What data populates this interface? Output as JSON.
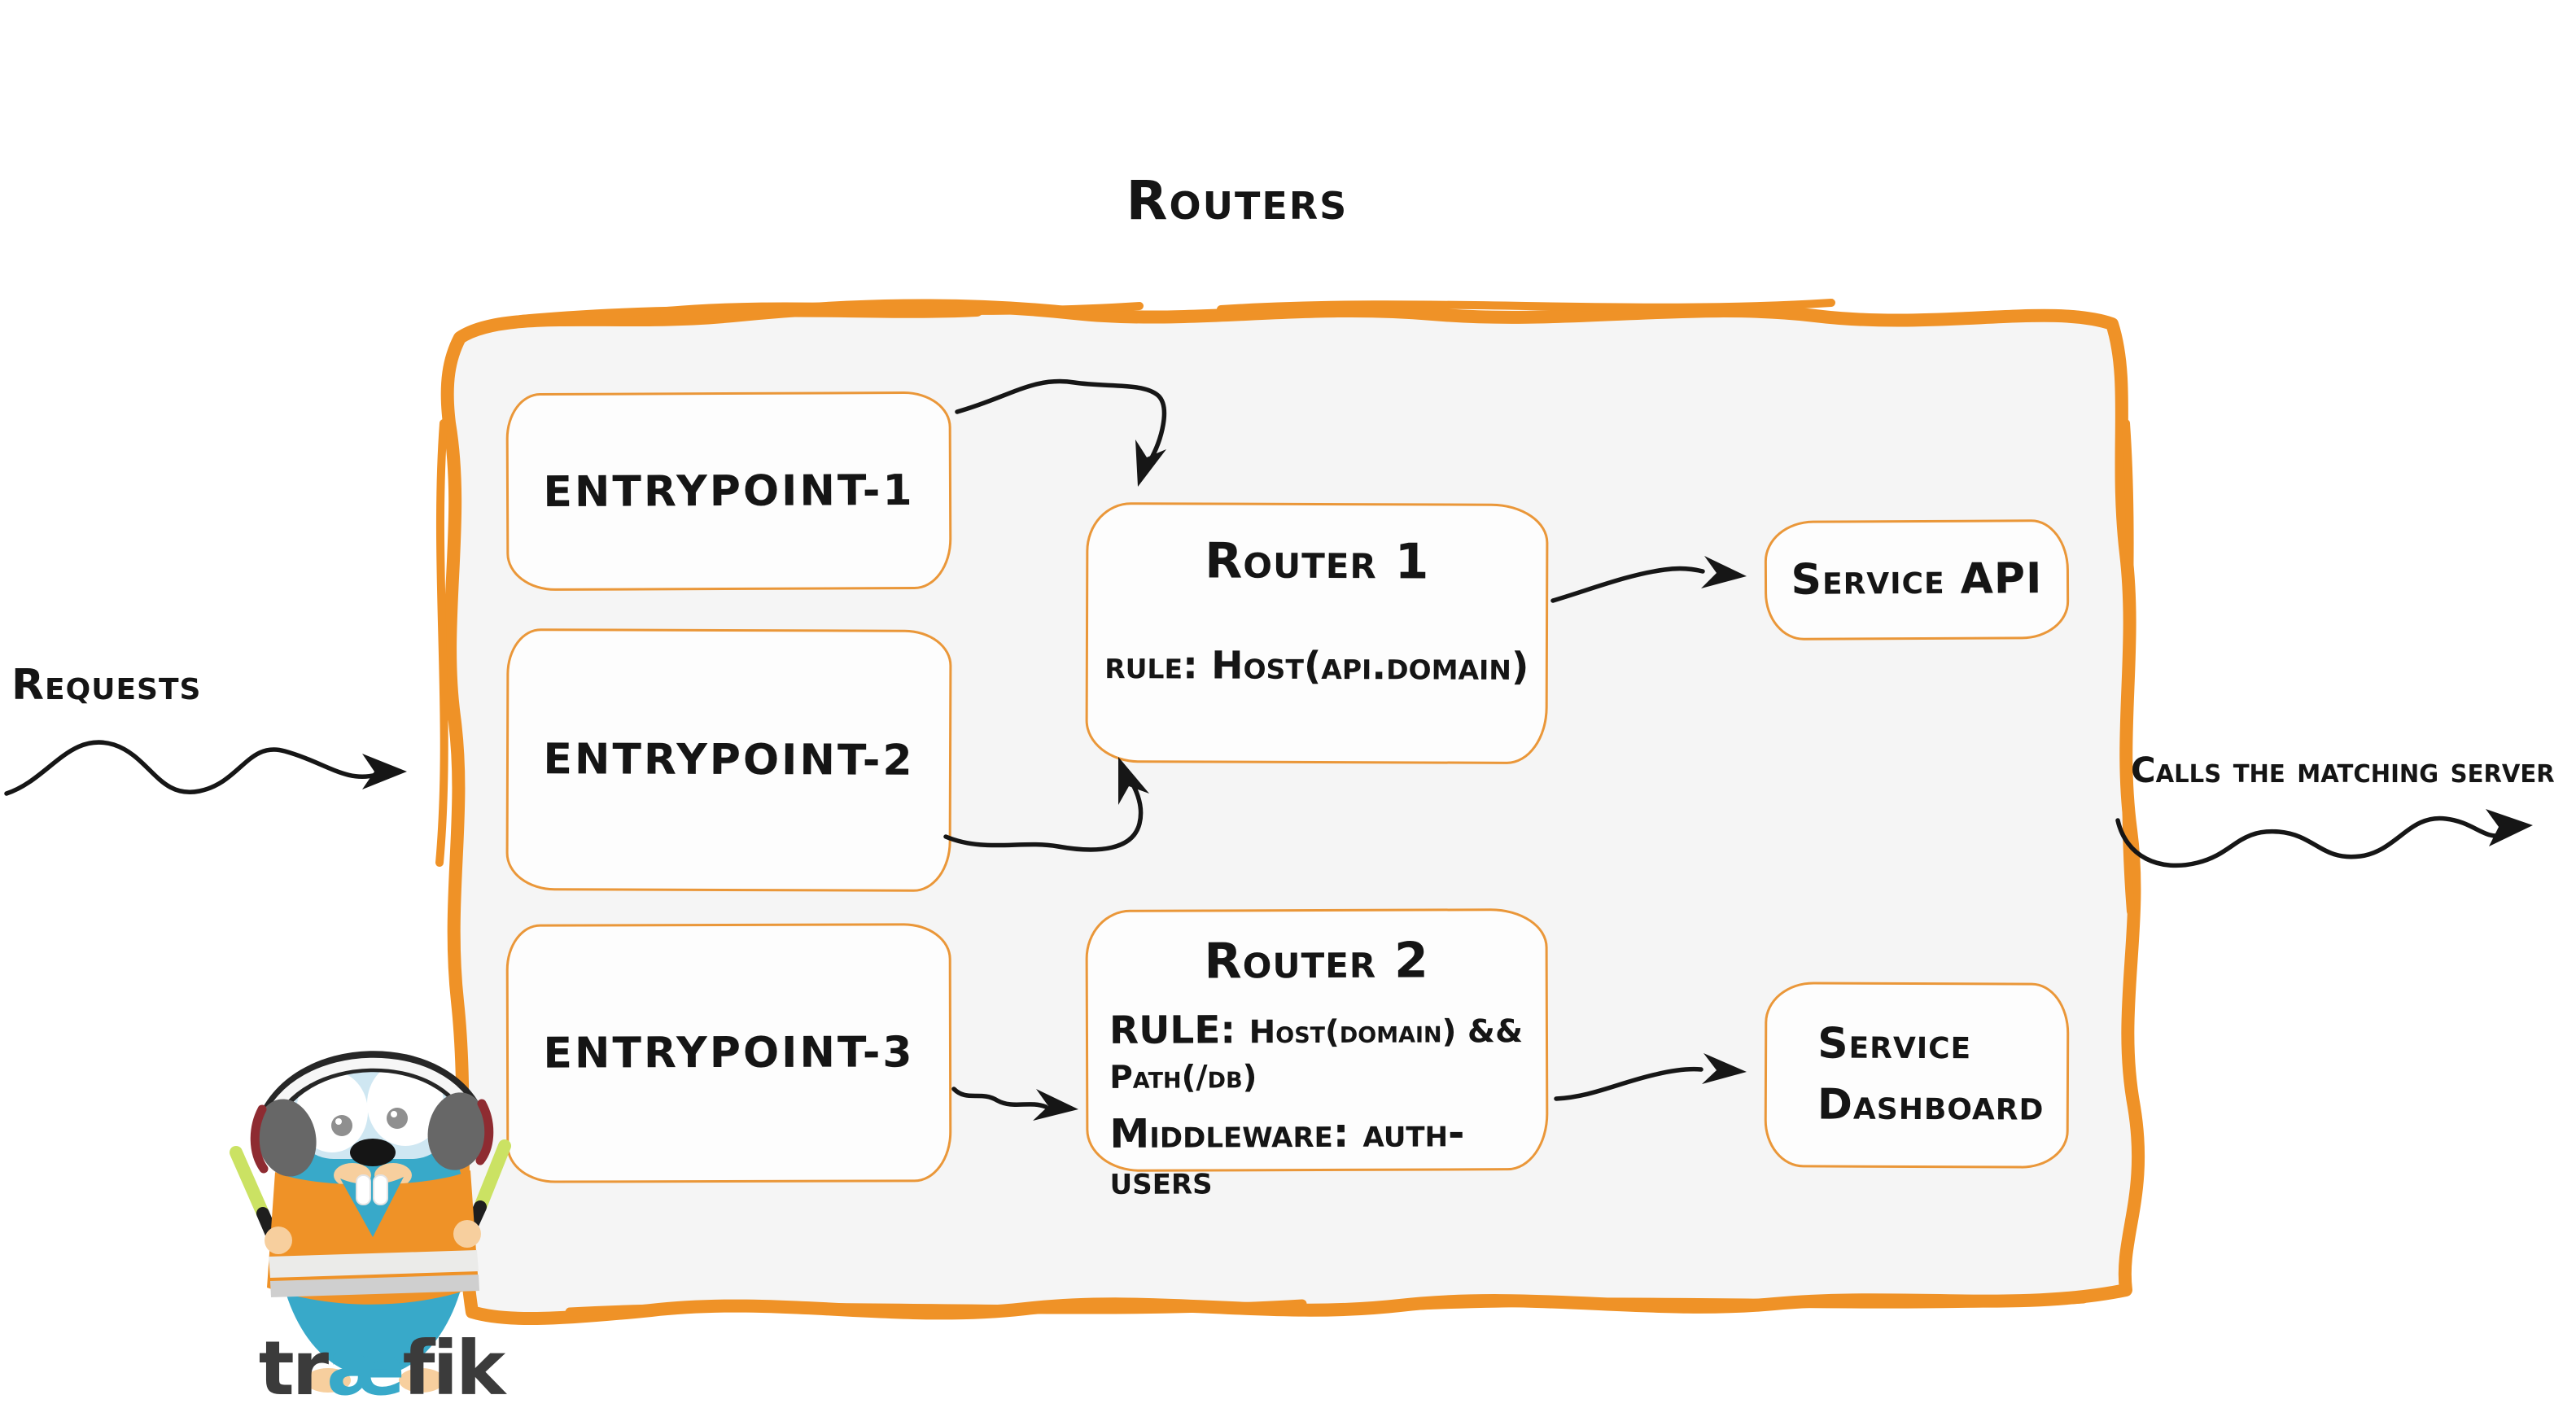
{
  "diagram": {
    "title": "Routers",
    "requests_label": "Requests",
    "calls_label": "Calls the matching server",
    "entrypoints": [
      {
        "label": "entrypoint-1"
      },
      {
        "label": "entrypoint-2"
      },
      {
        "label": "entrypoint-3"
      }
    ],
    "routers": [
      {
        "title": "Router 1",
        "rule": "rule: Host(api.domain)"
      },
      {
        "title": "Router 2",
        "rule_prefix": "RULE:",
        "rule_value": "Host(domain) && Path(/db)",
        "middleware": "Middleware: auth-users"
      }
    ],
    "services": [
      {
        "label": "Service API"
      },
      {
        "label": "Service Dashboard"
      }
    ],
    "logo": {
      "start": "tr",
      "ligature": "æ",
      "end": "fik"
    },
    "colors": {
      "panel_border_orange": "#ef9227",
      "box_border_orange": "#ea9739",
      "panel_fill_gray": "#f5f5f5",
      "ink_black": "#151515",
      "gopher_teal": "#38a9c9",
      "vest_orange": "#ef9227",
      "baton_green": "#cbe263",
      "logo_text_gray": "#3b3b3b"
    }
  }
}
